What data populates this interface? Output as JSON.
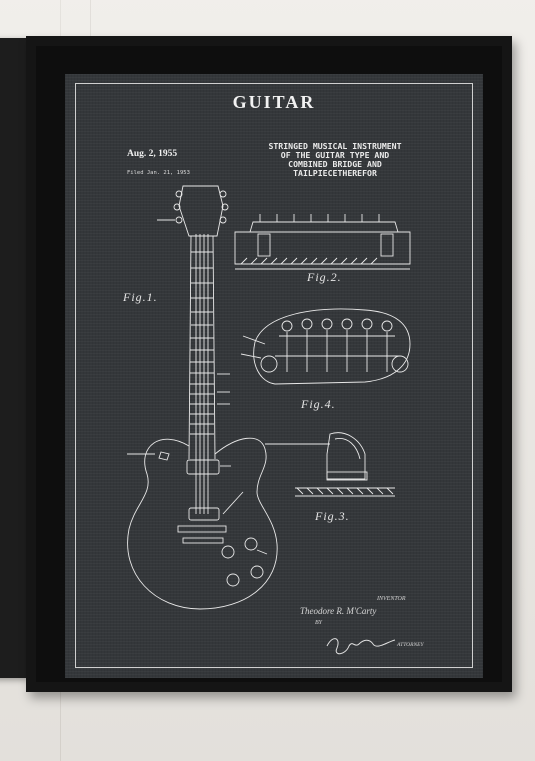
{
  "patent": {
    "title": "GUITAR",
    "date": "Aug. 2, 1955",
    "filed": "Filed Jan. 21, 1953",
    "description": [
      "STRINGED MUSICAL INSTRUMENT",
      "OF THE GUITAR TYPE AND",
      "COMBINED BRIDGE AND",
      "TAILPIECETHEREFOR"
    ],
    "figures": {
      "fig1": "Fig.1.",
      "fig2": "Fig.2.",
      "fig3": "Fig.3.",
      "fig4": "Fig.4."
    },
    "inventor_label": "INVENTOR",
    "inventor_name": "Theodore R. M'Carty",
    "by": "BY",
    "signature": "Ottmar Carl",
    "attorney": "ATTORNEY"
  },
  "colors": {
    "wall": "#ece9e4",
    "frame": "#151515",
    "canvas": "#34373a",
    "ink": "#f2f2f2"
  }
}
